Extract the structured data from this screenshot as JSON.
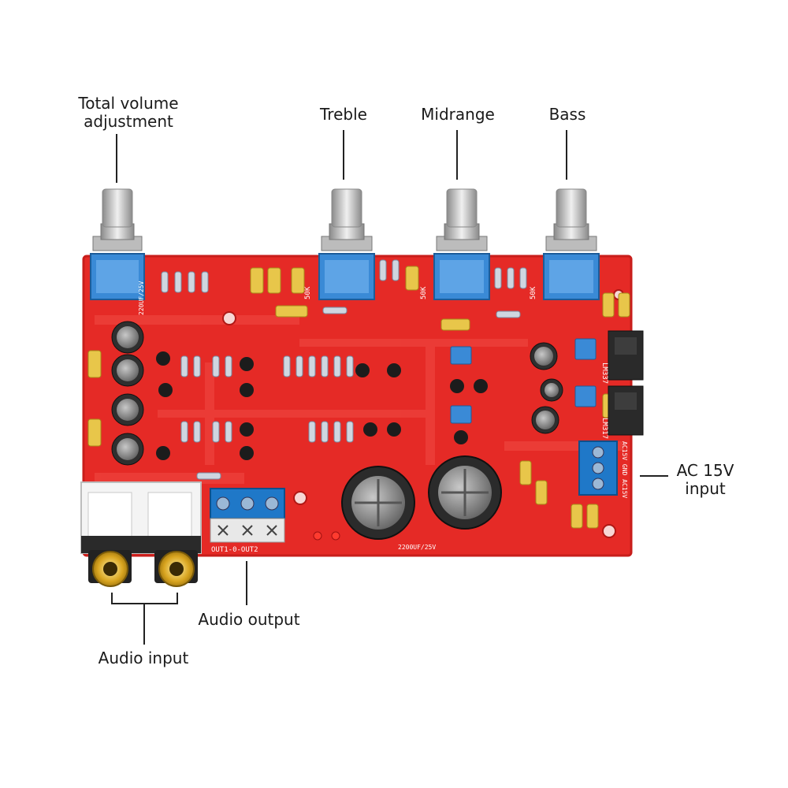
{
  "labels": {
    "volume": [
      "Total volume",
      "adjustment"
    ],
    "treble": "Treble",
    "midrange": "Midrange",
    "bass": "Bass",
    "ac_input": [
      "AC 15V",
      "input"
    ],
    "audio_output": "Audio output",
    "audio_input": "Audio input"
  },
  "silkscreen": {
    "pot_value": "50K",
    "output_terminal": "OUT1-0-OUT2",
    "power_terminal": "AC15V GND AC15V",
    "regulator_pos": "LM317",
    "regulator_neg": "LM337",
    "main_cap": "2200UF/25V",
    "small_cap": "220UF/25V"
  },
  "colors": {
    "board": "#e52a26",
    "board_edge": "#c81e1b",
    "pot_blue": "#3a8ad6",
    "terminal_blue": "#1f78c8",
    "knob_metal": "#d9d9d9",
    "rca_gold": "#d9a520"
  }
}
